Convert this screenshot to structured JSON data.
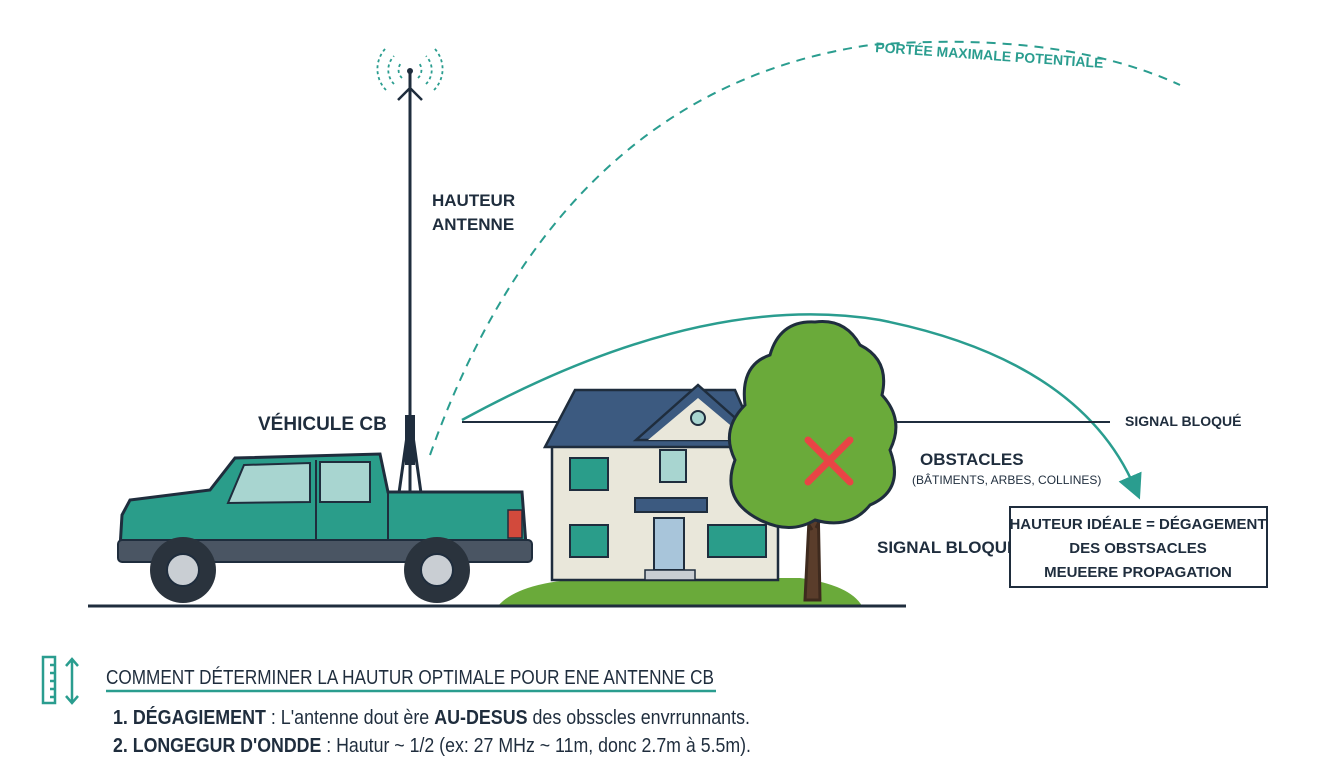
{
  "colors": {
    "teal": "#2a9d8f",
    "navy": "#1f2d3d",
    "truck": "#2a9d8a",
    "tree": "#6aaa3a",
    "roof": "#3c5a80",
    "house": "#e9e7da",
    "red": "#e84545"
  },
  "labels": {
    "range": "PORTÉE MAXIMALE POTENTIALE",
    "antenna_height_1": "HAUTEUR",
    "antenna_height_2": "ANTENNE",
    "vehicle": "VÉHICULE CB",
    "signal_blocked_right": "SIGNAL BLOQUÉ",
    "obstacles": "OBSTACLES",
    "obstacles_sub": "(BÂTIMENTS, ARBES, COLLINES)",
    "signal_blocked": "SIGNAL BLOQUÉ"
  },
  "callout": {
    "line1": "HAUTEUR IDÉALE = DÉGAGEMENT",
    "line2": "DES OBSTSACLES",
    "line3": "MEUEERE PROPAGATION"
  },
  "guide": {
    "icon": "ruler-height-icon",
    "title": "COMMENT DÉTERMINER LA HAUTUR OPTIMALE POUR ENE ANTENNE CB",
    "items": [
      {
        "term": "1. DÉGAGIEMENT",
        "sep": " : ",
        "text_a": "L'antenne dout ère ",
        "strong": "AU-DESUS",
        "text_b": " des obsscles envrrunnants."
      },
      {
        "term": "2. LONGEGUR D'ONDDE",
        "sep": " : ",
        "text_a": "Hautur ~ 1/2 (ex: 27 MHz ~ 11m, donc 2.7m à 5.5m).",
        "strong": "",
        "text_b": ""
      }
    ]
  }
}
